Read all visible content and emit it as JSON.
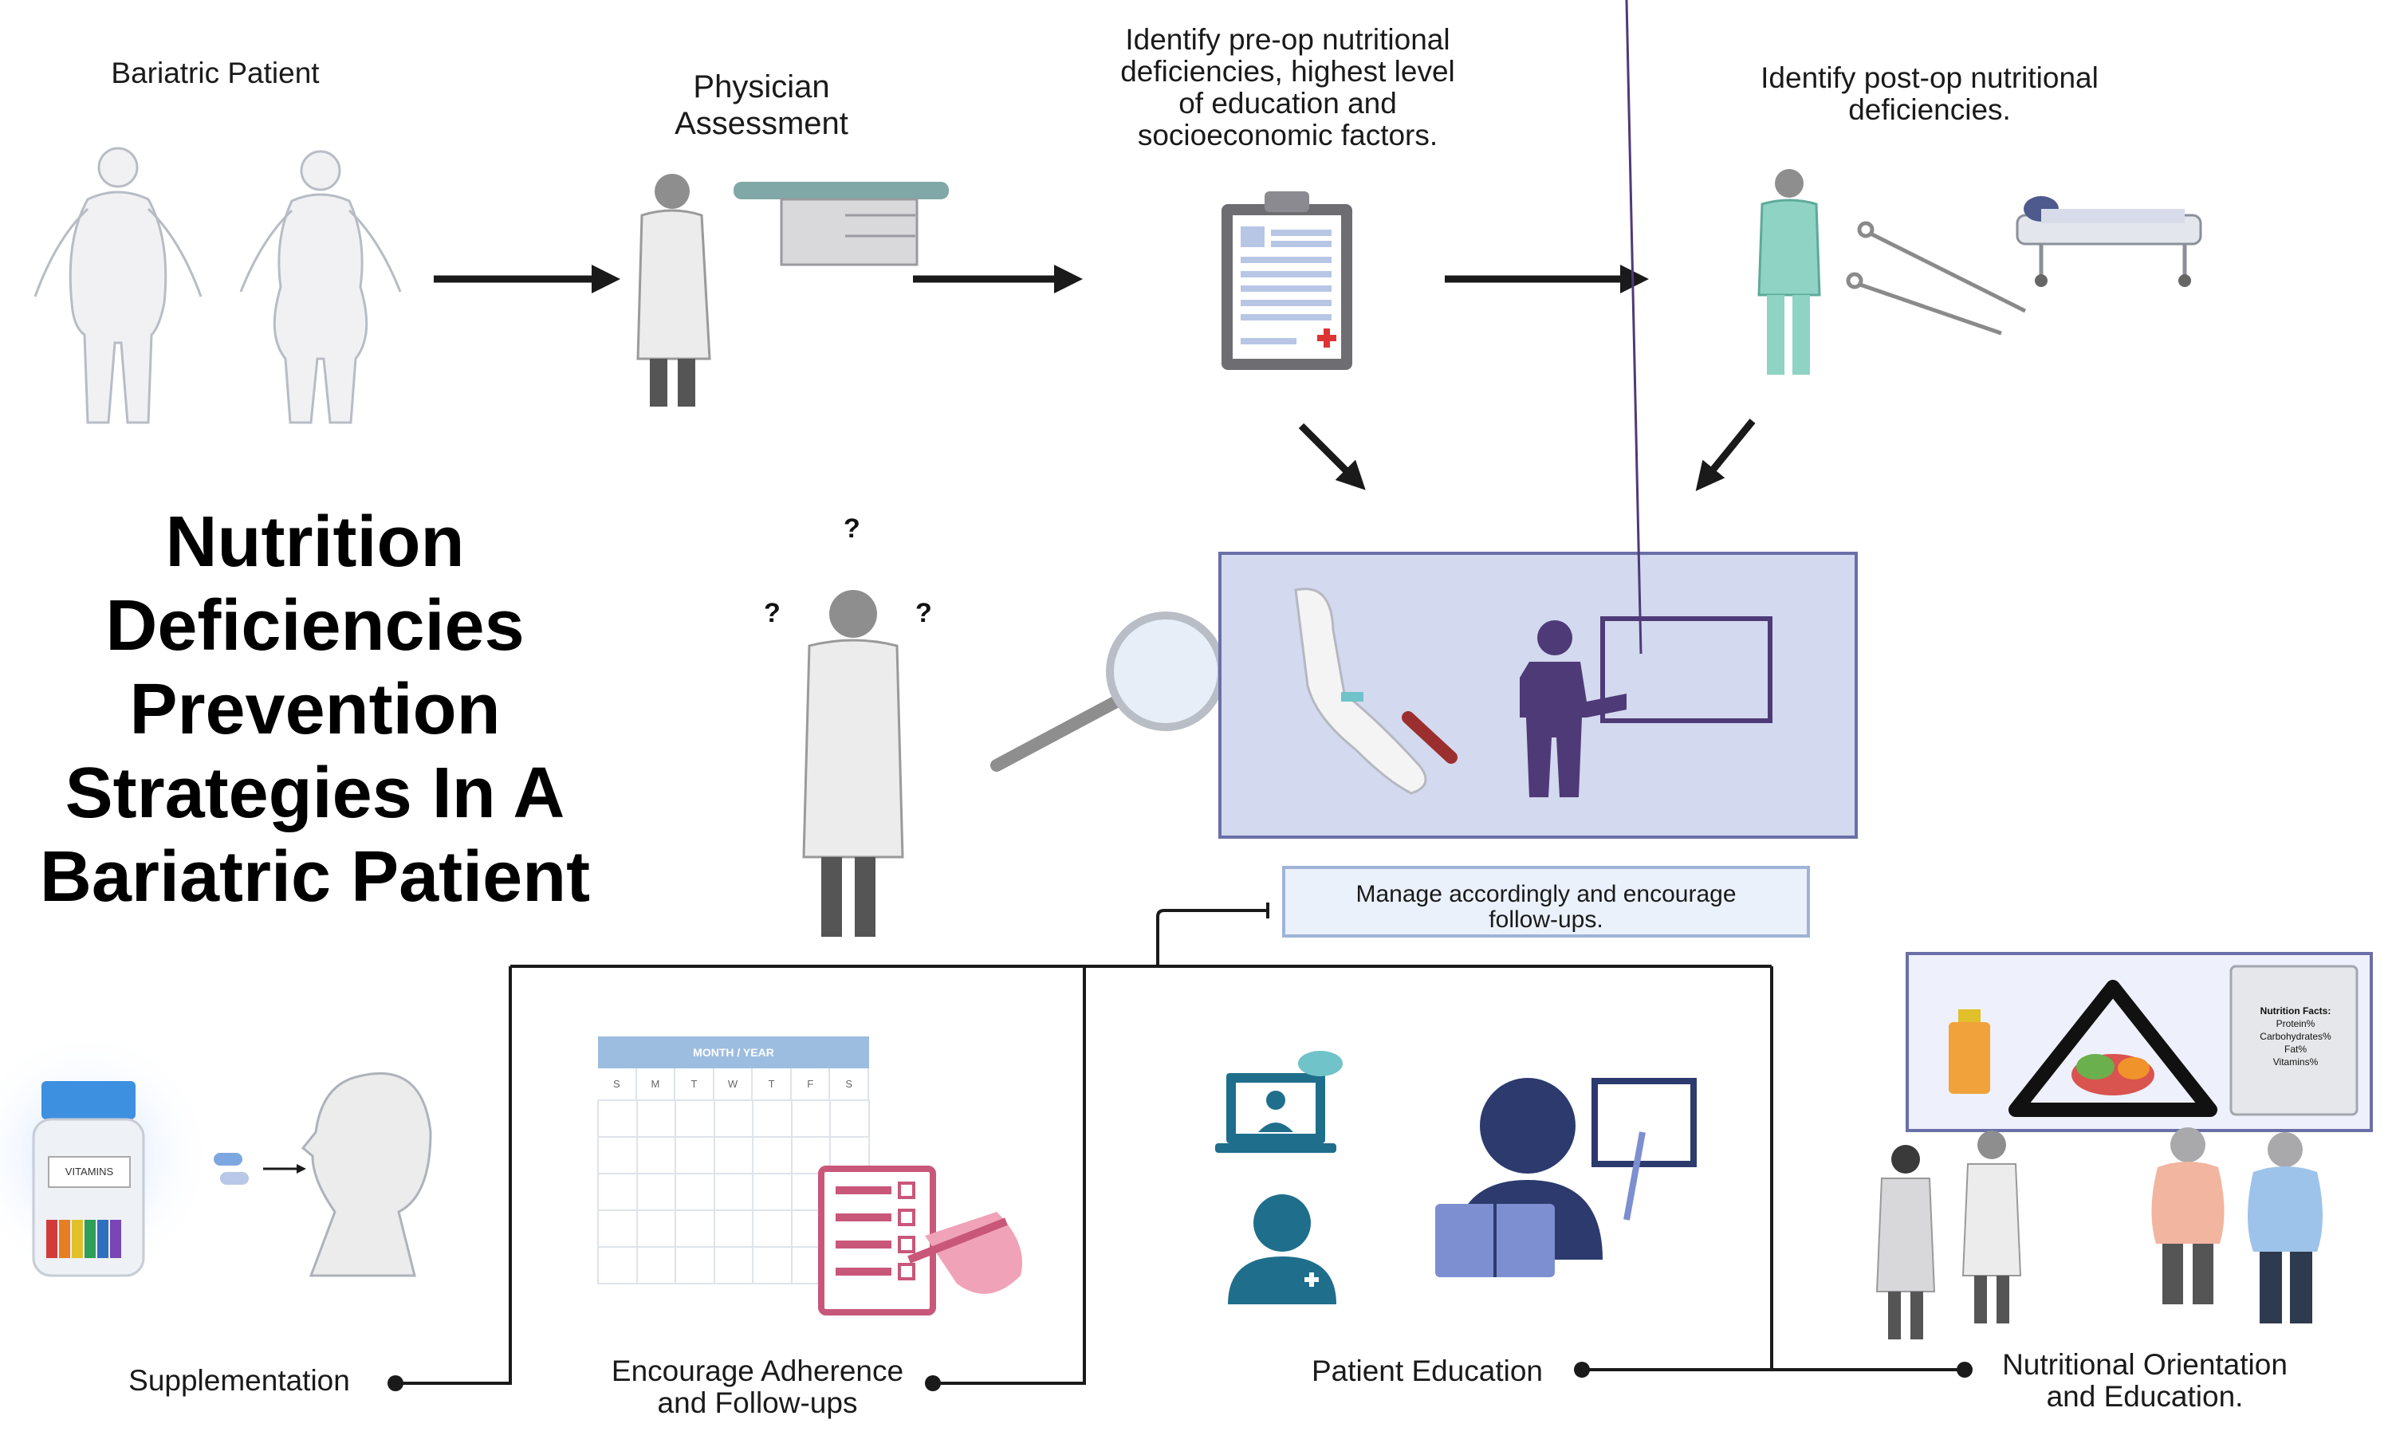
{
  "title": {
    "lines": [
      "Nutrition",
      "Deficiencies",
      "Prevention",
      "Strategies In A",
      "Bariatric Patient"
    ]
  },
  "top_flow": {
    "bariatric_patient": "Bariatric Patient",
    "physician_assessment": [
      "Physician",
      "Assessment"
    ],
    "preop": [
      "Identify pre-op nutritional",
      "deficiencies, highest level",
      "of education and",
      "socioeconomic factors."
    ],
    "postop": [
      "Identify post-op nutritional",
      "deficiencies."
    ]
  },
  "question_marks": [
    "?",
    "?",
    "?"
  ],
  "manage_box": [
    "Manage accordingly and encourage",
    "follow-ups."
  ],
  "branches": {
    "supplementation": "Supplementation",
    "adherence": [
      "Encourage Adherence",
      "and Follow-ups"
    ],
    "patient_education": "Patient Education",
    "nutritional_orientation": [
      "Nutritional Orientation",
      "and Education."
    ]
  },
  "calendar": {
    "header": "MONTH / YEAR",
    "days": [
      "S",
      "M",
      "T",
      "W",
      "T",
      "F",
      "S"
    ]
  },
  "vitamins_label": "VITAMINS",
  "nutrition_facts": {
    "title": "Nutrition Facts:",
    "rows": [
      "Protein%",
      "Carbohydrates%",
      "Fat%",
      "Vitamins%"
    ]
  },
  "colors": {
    "arrow": "#1a1a1a",
    "panel_fill": "#d3d9ee",
    "panel_border": "#6a6fa8",
    "manage_fill": "#eaf1fb",
    "manage_border": "#9fb3d6",
    "teacher_purple": "#4f3a78",
    "education_navy": "#2c3a6e",
    "doctor_blue": "#1f6e8c",
    "checklist_pink": "#c8577a"
  }
}
